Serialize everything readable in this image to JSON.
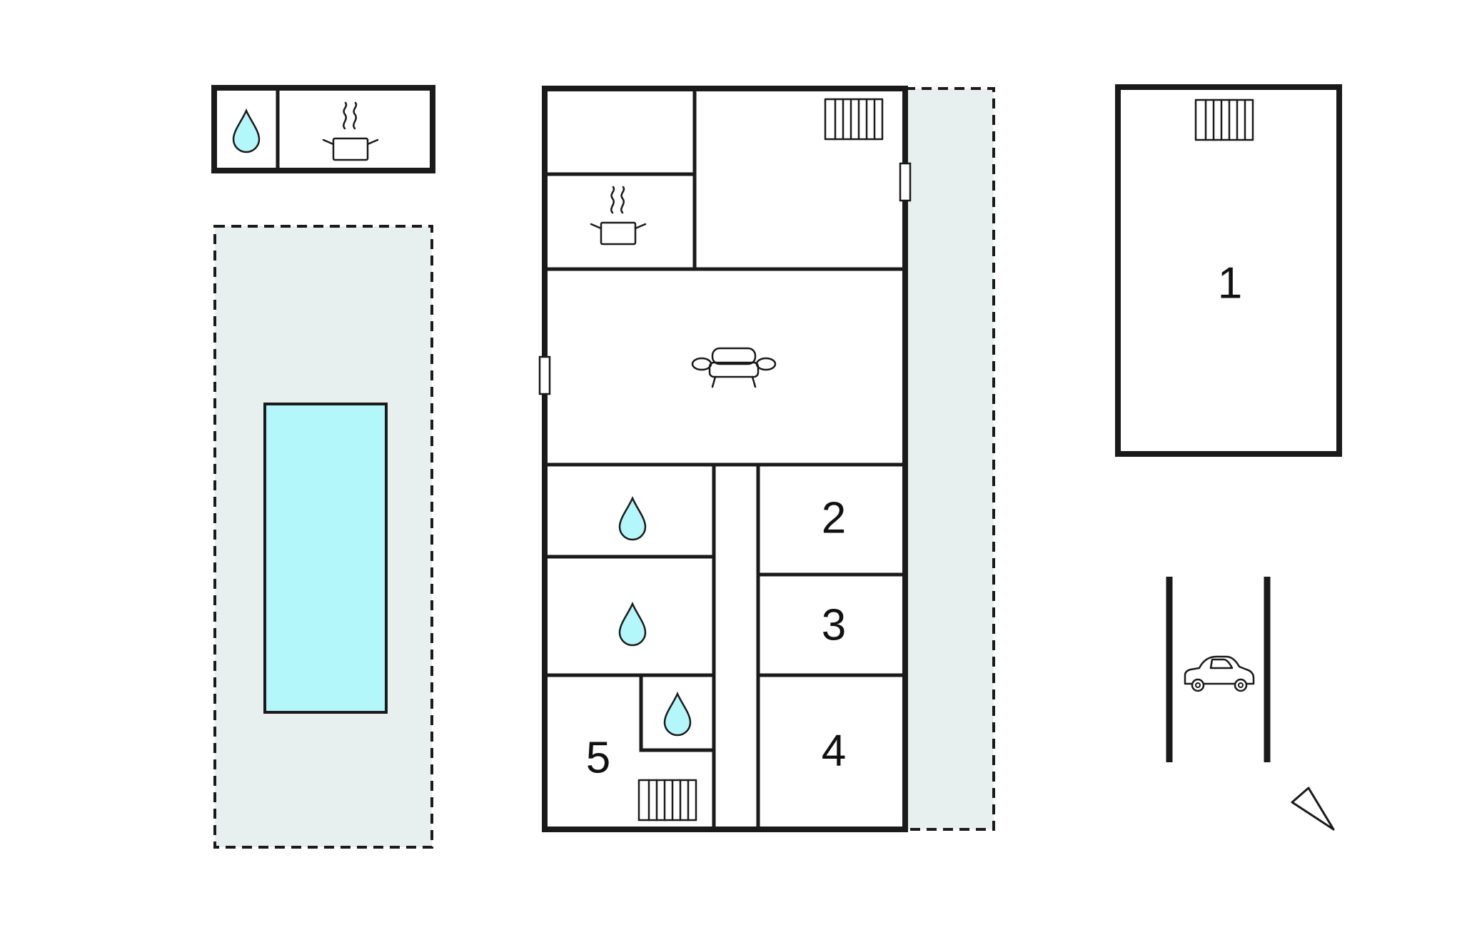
{
  "colors": {
    "wall": "#1a1a1a",
    "terrace": "#e8efef",
    "pool": "#b3f7fb",
    "water_icon": "#b3f7fb",
    "background": "#ffffff"
  },
  "rooms": {
    "annex_bedroom": "1",
    "bedroom_2": "2",
    "bedroom_3": "3",
    "bedroom_4": "4",
    "bedroom_5": "5"
  },
  "icons": [
    "water-drop-icon",
    "cooking-pot-icon",
    "radiator-icon",
    "sofa-icon",
    "car-icon",
    "north-arrow-icon"
  ]
}
